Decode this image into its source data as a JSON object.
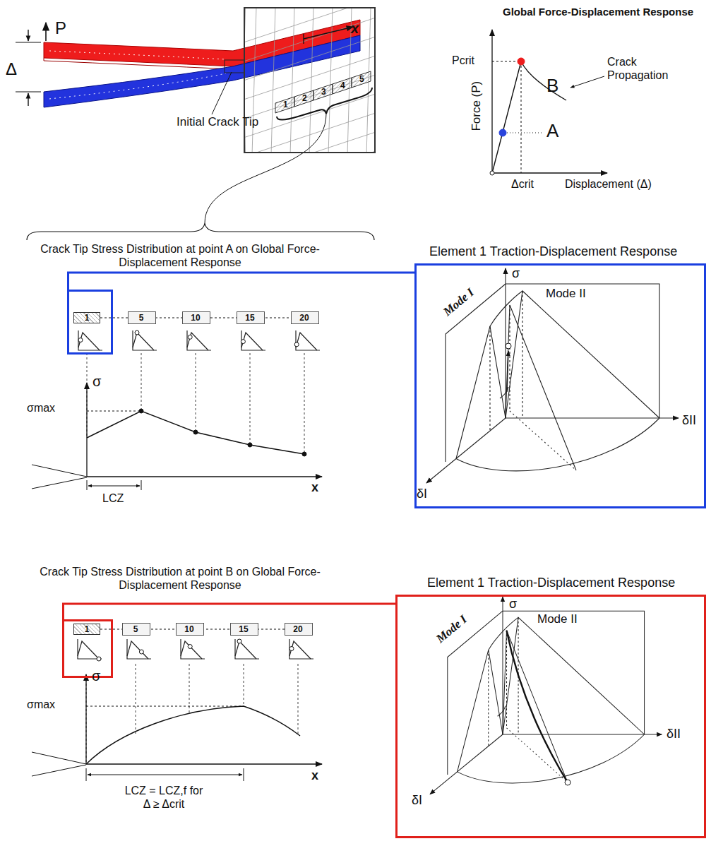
{
  "diagram": {
    "nodes": [
      {
        "text": [
          "x",
          "1",
          "2",
          "3",
          "4",
          "5"
        ]
      },
      {
        "text": [
          "1"
        ]
      },
      {
        "text": [
          "5"
        ]
      },
      {
        "text": [
          "10"
        ]
      },
      {
        "text": [
          "15"
        ]
      },
      {
        "text": [
          "20"
        ]
      },
      {
        "text": [
          "Element 1 Traction-Displacement Response",
          "Mode II",
          "Mode I",
          "σ",
          "δI",
          "δII"
        ]
      },
      {
        "text": [
          "1"
        ]
      },
      {
        "text": [
          "5"
        ]
      },
      {
        "text": [
          "10"
        ]
      },
      {
        "text": [
          "15"
        ]
      },
      {
        "text": [
          "20"
        ]
      },
      {
        "text": [
          "Element 1 Traction-Displacement Response",
          "Mode II",
          "Mode I",
          "σ",
          "δI",
          "δII"
        ]
      }
    ],
    "edges": [
      {
        "from": 1,
        "to": 6,
        "arrow": "none"
      },
      {
        "from": 7,
        "to": 12,
        "arrow": "none"
      }
    ],
    "labels": [
      "P",
      "Δ",
      "Initial Crack Tip",
      "Global Force-Displacement Response",
      "Pcrit",
      "B",
      "Crack Propagation",
      "Force (P)",
      "A",
      "Δcrit",
      "Displacement (Δ)",
      "Crack Tip Stress Distribution at point A on Global Force-Displacement Response",
      "σ",
      "σmax",
      "LCZ",
      "x",
      "Crack Tip Stress Distribution at point B on Global Force-Displacement Response",
      "σ",
      "σmax",
      "LCZ = LCZ,f for Δ ≥ Δcrit",
      "x"
    ]
  }
}
